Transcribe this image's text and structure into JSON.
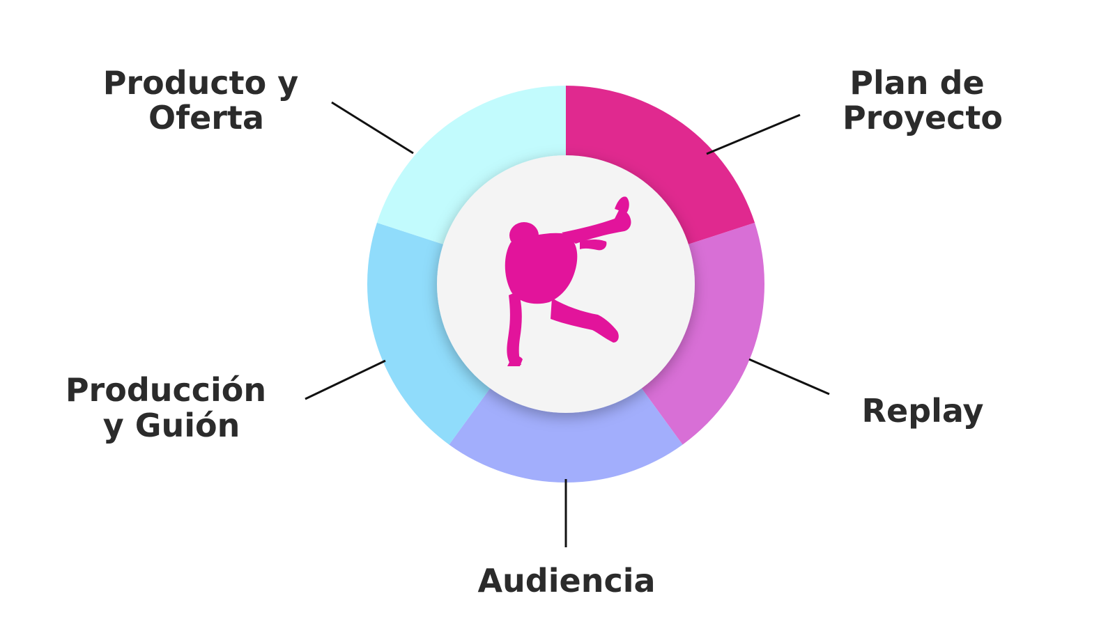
{
  "segments": [
    {
      "id": "plan",
      "label_lines": [
        "Plan de",
        "Proyecto"
      ],
      "color": "#e0298f"
    },
    {
      "id": "replay",
      "label_lines": [
        "Replay"
      ],
      "color": "#d86fd6"
    },
    {
      "id": "audiencia",
      "label_lines": [
        "Audiencia"
      ],
      "color": "#a2aefc"
    },
    {
      "id": "produccion",
      "label_lines": [
        "Producción",
        "y Guión"
      ],
      "color": "#90dcfb"
    },
    {
      "id": "producto",
      "label_lines": [
        "Producto y",
        "Oferta"
      ],
      "color": "#c2fbfd"
    }
  ],
  "center": {
    "fill": "#f4f4f4",
    "icon": "jumping-person-silhouette-icon",
    "icon_color": "#e2149b"
  }
}
